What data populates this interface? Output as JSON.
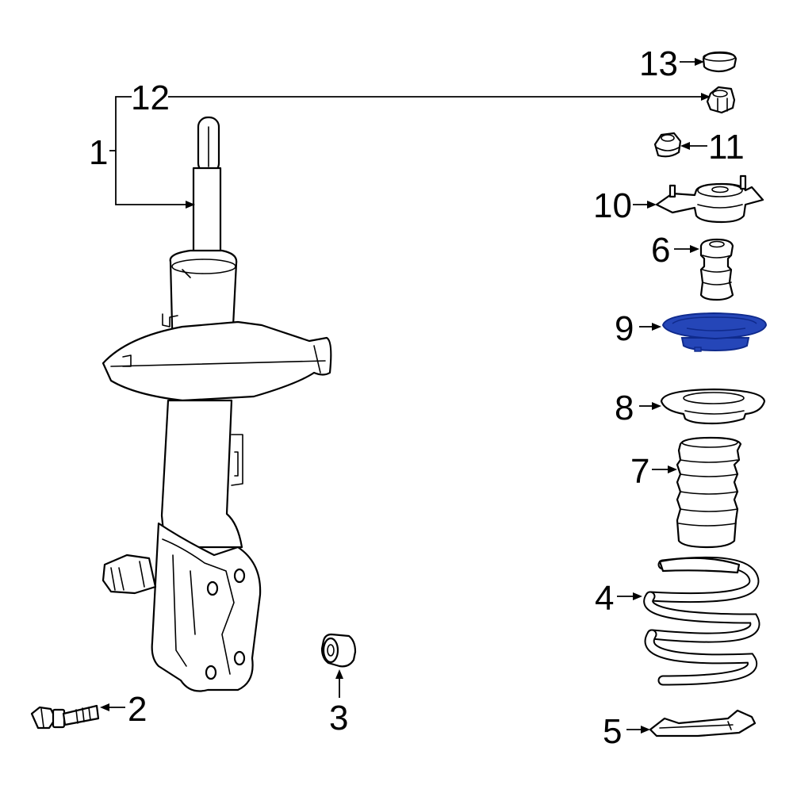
{
  "diagram": {
    "highlight_color": "#2546b8",
    "highlight_dark": "#0f2a8c",
    "line_color": "#000000",
    "background": "#ffffff"
  },
  "callouts": [
    {
      "id": "c1",
      "text": "1"
    },
    {
      "id": "c2",
      "text": "2"
    },
    {
      "id": "c3",
      "text": "3"
    },
    {
      "id": "c4",
      "text": "4"
    },
    {
      "id": "c5",
      "text": "5"
    },
    {
      "id": "c6",
      "text": "6"
    },
    {
      "id": "c7",
      "text": "7"
    },
    {
      "id": "c8",
      "text": "8"
    },
    {
      "id": "c9",
      "text": "9",
      "highlighted": true
    },
    {
      "id": "c10",
      "text": "10"
    },
    {
      "id": "c11",
      "text": "11"
    },
    {
      "id": "c12",
      "text": "12"
    },
    {
      "id": "c13",
      "text": "13"
    }
  ]
}
